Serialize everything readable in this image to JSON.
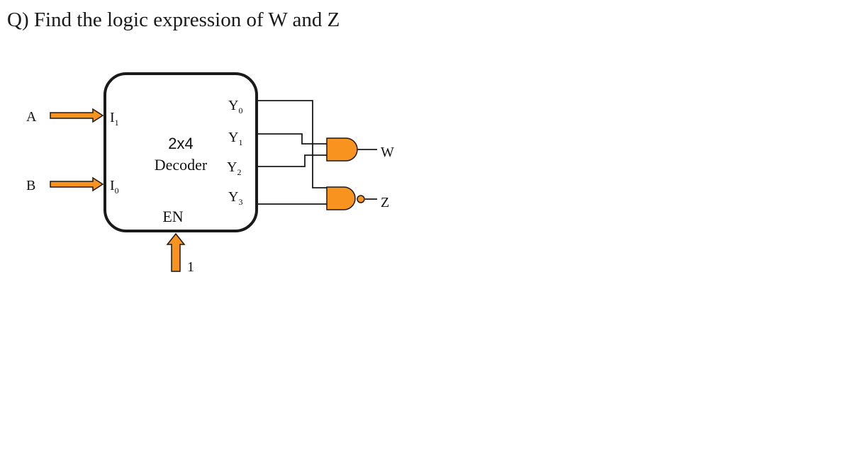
{
  "question": "Q) Find the logic expression of W and Z",
  "decoder": {
    "line1": "2x4",
    "line2": "Decoder",
    "input_top": "I",
    "input_top_sub": "1",
    "input_bottom": "I",
    "input_bottom_sub": "0",
    "enable": "EN",
    "outputs": [
      {
        "main": "Y",
        "sub": "0"
      },
      {
        "main": "Y",
        "sub": "1"
      },
      {
        "main": "Y",
        "sub": "2"
      },
      {
        "main": "Y",
        "sub": "3"
      }
    ]
  },
  "signals": {
    "a": "A",
    "b": "B",
    "enable_value": "1",
    "w": "W",
    "z": "Z"
  },
  "gates": [
    {
      "type": "AND",
      "output": "W"
    },
    {
      "type": "NAND",
      "output": "Z"
    }
  ],
  "colors": {
    "arrow_fill": "#F7931E",
    "gate_fill": "#F7931E",
    "outline": "#1a1a1a"
  }
}
